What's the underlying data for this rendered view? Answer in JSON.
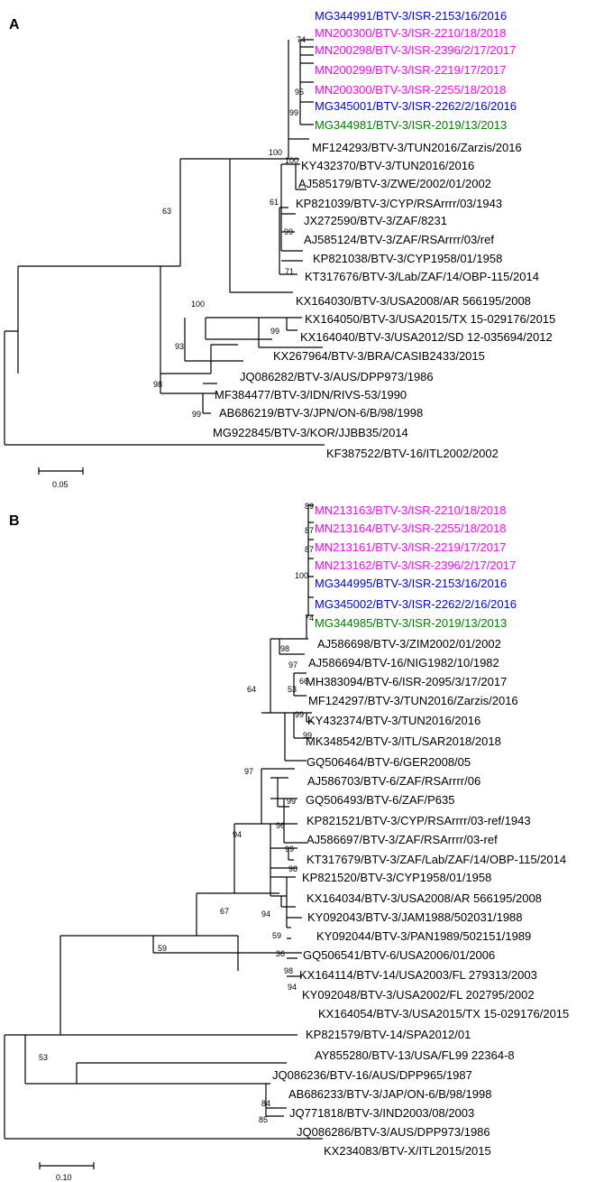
{
  "colors": {
    "black": "#000000",
    "blue": "#0000ff",
    "magenta": "#ff00ff",
    "green": "#008000"
  },
  "panelA": {
    "label": "A",
    "scale_label": "0.05",
    "leaves": [
      {
        "text": "MG344991/BTV-3/ISR-2153/16/2016",
        "color": "blue"
      },
      {
        "text": "MN200300/BTV-3/ISR-2210/18/2018",
        "color": "magenta"
      },
      {
        "text": "MN200298/BTV-3/ISR-2396/2/17/2017",
        "color": "magenta"
      },
      {
        "text": "MN200299/BTV-3/ISR-2219/17/2017",
        "color": "magenta"
      },
      {
        "text": "MN200300/BTV-3/ISR-2255/18/2018",
        "color": "magenta"
      },
      {
        "text": "MG345001/BTV-3/ISR-2262/2/16/2016",
        "color": "blue"
      },
      {
        "text": "MG344981/BTV-3/ISR-2019/13/2013",
        "color": "green"
      },
      {
        "text": "MF124293/BTV-3/TUN2016/Zarzis/2016",
        "color": "black"
      },
      {
        "text": "KY432370/BTV-3/TUN2016/2016",
        "color": "black"
      },
      {
        "text": "AJ585179/BTV-3/ZWE/2002/01/2002",
        "color": "black"
      },
      {
        "text": "KP821039/BTV-3/CYP/RSArrrr/03/1943",
        "color": "black"
      },
      {
        "text": "JX272590/BTV-3/ZAF/8231",
        "color": "black"
      },
      {
        "text": "AJ585124/BTV-3/ZAF/RSArrrr/03/ref",
        "color": "black"
      },
      {
        "text": "KP821038/BTV-3/CYP1958/01/1958",
        "color": "black"
      },
      {
        "text": "KT317676/BTV-3/Lab/ZAF/14/OBP-115/2014",
        "color": "black"
      },
      {
        "text": "KX164030/BTV-3/USA2008/AR 566195/2008",
        "color": "black"
      },
      {
        "text": "KX164050/BTV-3/USA2015/TX 15-029176/2015",
        "color": "black"
      },
      {
        "text": "KX164040/BTV-3/USA2012/SD 12-035694/2012",
        "color": "black"
      },
      {
        "text": "KX267964/BTV-3/BRA/CASIB2433/2015",
        "color": "black"
      },
      {
        "text": "JQ086282/BTV-3/AUS/DPP973/1986",
        "color": "black"
      },
      {
        "text": "MF384477/BTV-3/IDN/RIVS-53/1990",
        "color": "black"
      },
      {
        "text": "AB686219/BTV-3/JPN/ON-6/B/98/1998",
        "color": "black"
      },
      {
        "text": "MG922845/BTV-3/KOR/JJBB35/2014",
        "color": "black"
      },
      {
        "text": "KF387522/BTV-16/ITL2002/2002",
        "color": "black"
      }
    ],
    "bootstraps": [
      "74",
      "95",
      "99",
      "100",
      "100",
      "61",
      "99",
      "71",
      "63",
      "100",
      "99",
      "93",
      "98",
      "99"
    ]
  },
  "panelB": {
    "label": "B",
    "scale_label": "0.10",
    "leaves": [
      {
        "text": "MN213163/BTV-3/ISR-2210/18/2018",
        "color": "magenta"
      },
      {
        "text": "MN213164/BTV-3/ISR-2255/18/2018",
        "color": "magenta"
      },
      {
        "text": "MN213161/BTV-3/ISR-2219/17/2017",
        "color": "magenta"
      },
      {
        "text": "MN213162/BTV-3/ISR-2396/2/17/2017",
        "color": "magenta"
      },
      {
        "text": "MG344995/BTV-3/ISR-2153/16/2016",
        "color": "blue"
      },
      {
        "text": "MG345002/BTV-3/ISR-2262/2/16/2016",
        "color": "blue"
      },
      {
        "text": "MG344985/BTV-3/ISR-2019/13/2013",
        "color": "green"
      },
      {
        "text": "AJ586698/BTV-3/ZIM2002/01/2002",
        "color": "black"
      },
      {
        "text": "AJ586694/BTV-16/NIG1982/10/1982",
        "color": "black"
      },
      {
        "text": "MH383094/BTV-6/ISR-2095/3/17/2017",
        "color": "black"
      },
      {
        "text": "MF124297/BTV-3/TUN2016/Zarzis/2016",
        "color": "black"
      },
      {
        "text": "KY432374/BTV-3/TUN2016/2016",
        "color": "black"
      },
      {
        "text": "MK348542/BTV-3/ITL/SAR2018/2018",
        "color": "black"
      },
      {
        "text": "GQ506464/BTV-6/GER2008/05",
        "color": "black"
      },
      {
        "text": "AJ586703/BTV-6/ZAF/RSArrrr/06",
        "color": "black"
      },
      {
        "text": "GQ506493/BTV-6/ZAF/P635",
        "color": "black"
      },
      {
        "text": "KP821521/BTV-3/CYP/RSArrrr/03-ref/1943",
        "color": "black"
      },
      {
        "text": "AJ586697/BTV-3/ZAF/RSArrrr/03-ref",
        "color": "black"
      },
      {
        "text": "KT317679/BTV-3/ZAF/Lab/ZAF/14/OBP-115/2014",
        "color": "black"
      },
      {
        "text": "KP821520/BTV-3/CYP1958/01/1958",
        "color": "black"
      },
      {
        "text": "KX164034/BTV-3/USA2008/AR 566195/2008",
        "color": "black"
      },
      {
        "text": "KY092043/BTV-3/JAM1988/502031/1988",
        "color": "black"
      },
      {
        "text": "KY092044/BTV-3/PAN1989/502151/1989",
        "color": "black"
      },
      {
        "text": "GQ506541/BTV-6/USA2006/01/2006",
        "color": "black"
      },
      {
        "text": "KX164114/BTV-14/USA2003/FL 279313/2003",
        "color": "black"
      },
      {
        "text": "KY092048/BTV-3/USA2002/FL 202795/2002",
        "color": "black"
      },
      {
        "text": "KX164054/BTV-3/USA2015/TX 15-029176/2015",
        "color": "black"
      },
      {
        "text": "KP821579/BTV-14/SPA2012/01",
        "color": "black"
      },
      {
        "text": "AY855280/BTV-13/USA/FL99 22364-8",
        "color": "black"
      },
      {
        "text": "JQ086236/BTV-16/AUS/DPP965/1987",
        "color": "black"
      },
      {
        "text": "AB686233/BTV-3/JAP/ON-6/B/98/1998",
        "color": "black"
      },
      {
        "text": "JQ771818/BTV-3/IND2003/08/2003",
        "color": "black"
      },
      {
        "text": "JQ086286/BTV-3/AUS/DPP973/1986",
        "color": "black"
      },
      {
        "text": "KX234083/BTV-X/ITL2015/2015",
        "color": "black"
      }
    ],
    "bootstraps": [
      "89",
      "87",
      "87",
      "100",
      "74",
      "98",
      "97",
      "53",
      "66",
      "99",
      "99",
      "64",
      "97",
      "99",
      "96",
      "99",
      "98",
      "94",
      "59",
      "36",
      "98",
      "94",
      "94",
      "67",
      "59",
      "53",
      "84",
      "85"
    ]
  }
}
